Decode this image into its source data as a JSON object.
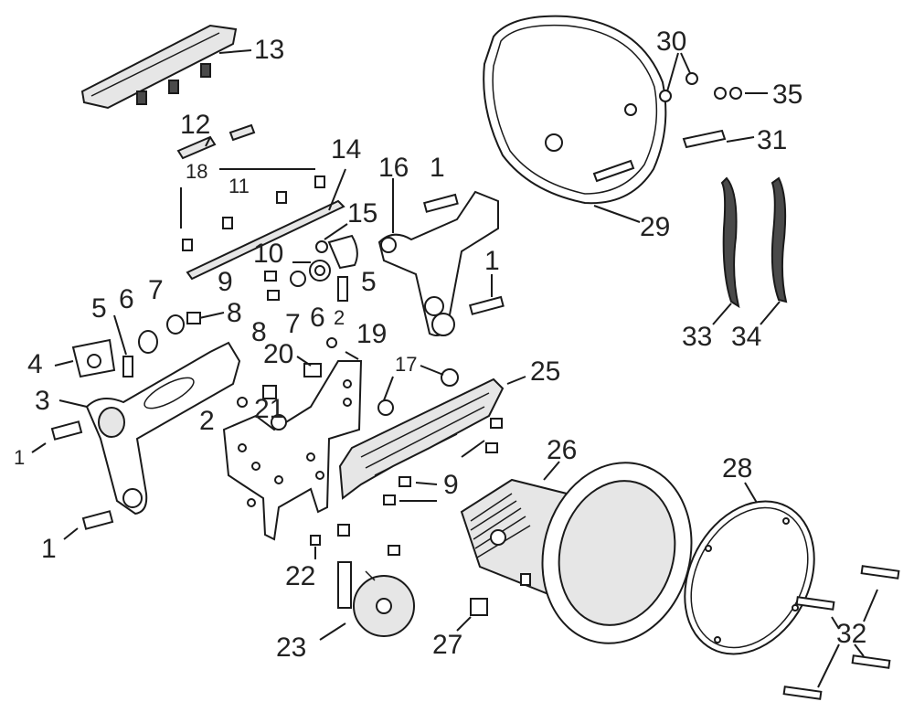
{
  "labels": {
    "p1a": "1",
    "p1b": "1",
    "p1c": "1",
    "p1d": "1",
    "p2a": "2",
    "p2b": "2",
    "p3": "3",
    "p4": "4",
    "p5a": "5",
    "p5b": "5",
    "p6a": "6",
    "p6b": "6",
    "p7a": "7",
    "p7b": "7",
    "p8a": "8",
    "p8b": "8",
    "p9a": "9",
    "p9b": "9",
    "p10": "10",
    "p11": "11",
    "p12": "12",
    "p13": "13",
    "p14": "14",
    "p15": "15",
    "p16": "16",
    "p17": "17",
    "p18": "18",
    "p19": "19",
    "p20": "20",
    "p21": "21",
    "p22": "22",
    "p23": "23",
    "p25": "25",
    "p26": "26",
    "p27": "27",
    "p28": "28",
    "p29": "29",
    "p30": "30",
    "p31": "31",
    "p32": "32",
    "p33": "33",
    "p34": "34",
    "p35": "35"
  },
  "colors": {
    "line": "#1a1a1a",
    "fill_dark": "#4a4a4a",
    "fill_light": "#e6e6e6"
  }
}
